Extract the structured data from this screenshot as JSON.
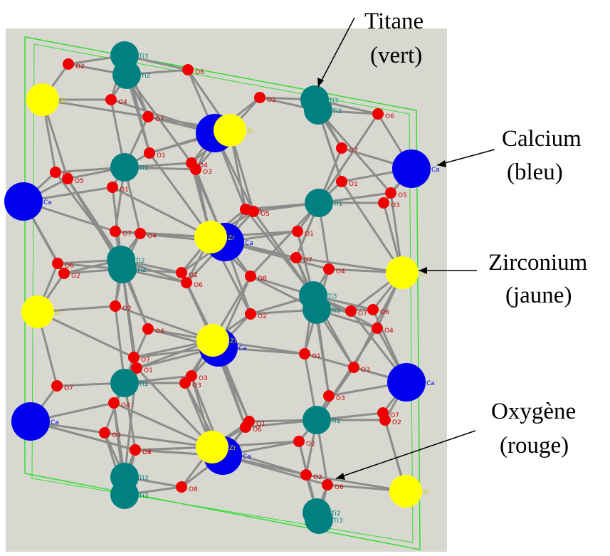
{
  "annotations": {
    "titane": {
      "name": "Titane",
      "color_word": "(vert)"
    },
    "calcium": {
      "name": "Calcium",
      "color_word": "(bleu)"
    },
    "zirconium": {
      "name": "Zirconium",
      "color_word": "(jaune)"
    },
    "oxygene": {
      "name": "Oxygène",
      "color_word": "(rouge)"
    }
  },
  "colors": {
    "background": "#d8d8d0",
    "bond": "#8c8c8c",
    "cell_edge": "#33dd33",
    "titanium": "#008080",
    "calcium": "#0000ee",
    "zirconium": "#ffff00",
    "oxygen": "#ee0000",
    "titanium_label": "#008080",
    "calcium_label": "#0000ee",
    "zirconium_label": "#cccc00",
    "oxygen_label": "#cc0000"
  },
  "atom_labels": {
    "titanium": [
      "Ti3",
      "Ti2",
      "Ti3",
      "Ti2",
      "Ti1",
      "Ti1",
      "Ti2",
      "Ti2",
      "Ti3",
      "Ti2",
      "Ti1",
      "Ti1",
      "Ti3",
      "Ti3",
      "Ti2",
      "Ti3"
    ],
    "calcium": [
      "Ca",
      "Ca",
      "Ca",
      "Ca",
      "Ca",
      "Ca",
      "Ca",
      "Ca"
    ],
    "zirconium": [
      "Zr",
      "Zr",
      "Zr",
      "Zr",
      "Zr",
      "Zr",
      "Zr",
      "Zr"
    ],
    "oxygen": [
      "O2",
      "O6",
      "O4",
      "O2",
      "O7",
      "O6",
      "O1",
      "O4",
      "O7",
      "O5",
      "O5",
      "O3",
      "O1",
      "O1",
      "O3",
      "O5",
      "O3",
      "O5",
      "O7",
      "O4",
      "O1",
      "O6",
      "O2",
      "O7",
      "O4",
      "O2",
      "O6",
      "O8",
      "O2",
      "O2",
      "O4",
      "O7",
      "O6",
      "O4",
      "O7",
      "O1",
      "O3",
      "O3",
      "O7",
      "O1",
      "O3",
      "O3",
      "O7",
      "O4",
      "O2",
      "O4",
      "O1",
      "O6",
      "O2",
      "O7",
      "O4",
      "O2",
      "O6",
      "O8"
    ]
  }
}
